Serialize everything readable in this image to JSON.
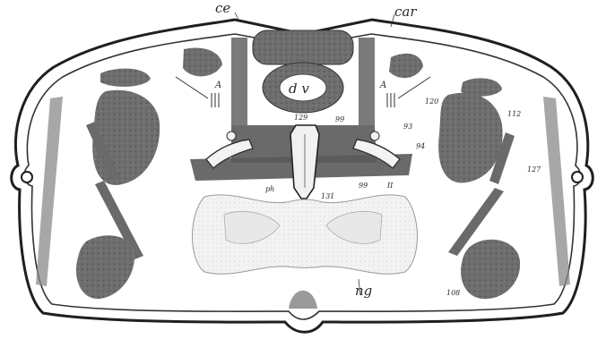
{
  "figure": {
    "labels": {
      "ce": "ce",
      "car": "car",
      "dv": "d v",
      "A_left": "A",
      "A_right": "A",
      "n120": "120",
      "n112": "112",
      "n129": "129",
      "n99a": "99",
      "n93": "93",
      "n94": "94",
      "n127": "127",
      "ph": "ph",
      "n131": "131",
      "n99b": "99",
      "II": "II",
      "ng": "ng",
      "n108": "108"
    }
  },
  "palette": {
    "outline": "#1f1f1f",
    "muscle": "#6a6a6a",
    "bony_light": "#f1f1f1",
    "ganglion": "#ececec"
  }
}
